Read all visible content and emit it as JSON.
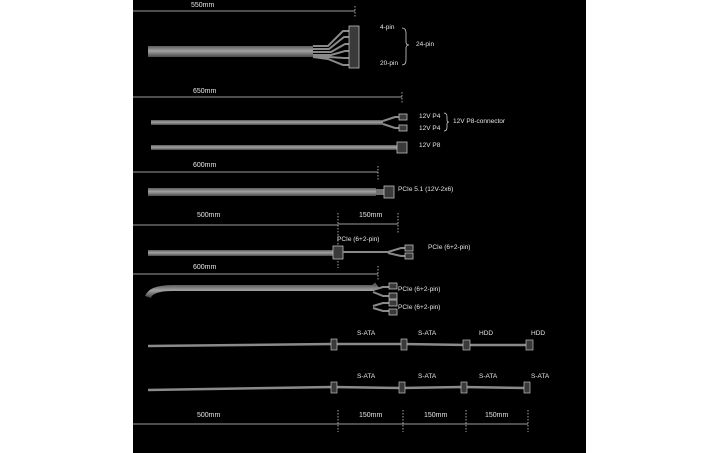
{
  "dimensions": {
    "atx_length": "550mm",
    "eps_length": "650mm",
    "pcie51_length": "600mm",
    "pcie_first_length": "500mm",
    "pcie_extension": "150mm",
    "pcie_dual_length": "600mm",
    "sata_first_length": "500mm",
    "sata_spacing": [
      "150mm",
      "150mm",
      "150mm"
    ]
  },
  "labels": {
    "atx_4pin": "4-pin",
    "atx_20pin": "20-pin",
    "atx_24pin": "24-pin",
    "eps_a": "12V P4",
    "eps_b": "12V P4",
    "eps_group": "12V P8-connector",
    "eps_p8": "12V P8",
    "pcie51": "PCIe 5.1 (12V-2x6)",
    "pcie_mid": "PCIe (6+2-pin)",
    "pcie_end": "PCIe (6+2-pin)",
    "pcie_dual_a": "PCIe (6+2-pin)",
    "pcie_dual_b": "PCIe (6+2-pin)",
    "sata_row1": [
      "S-ATA",
      "S-ATA",
      "HDD",
      "HDD"
    ],
    "sata_row2": [
      "S-ATA",
      "S-ATA",
      "S-ATA",
      "S-ATA"
    ]
  },
  "colors": {
    "background": "#000000",
    "cable": "#8a8a8a",
    "line": "#d0d0d0",
    "text": "#e6e6e6"
  }
}
